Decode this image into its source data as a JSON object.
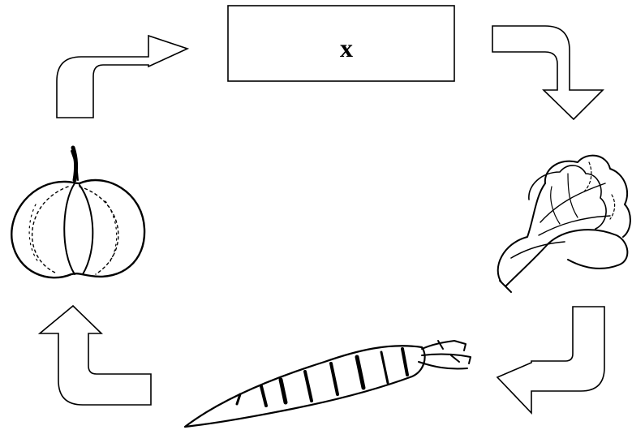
{
  "diagram": {
    "box": {
      "label": "x"
    },
    "items": [
      {
        "icon": "pumpkin-icon"
      },
      {
        "icon": "cabbage-icon"
      },
      {
        "icon": "carrot-icon"
      }
    ],
    "arrows": [
      "cycle-arrow-top-left",
      "cycle-arrow-top-right",
      "cycle-arrow-bottom-right",
      "cycle-arrow-bottom-left"
    ]
  }
}
